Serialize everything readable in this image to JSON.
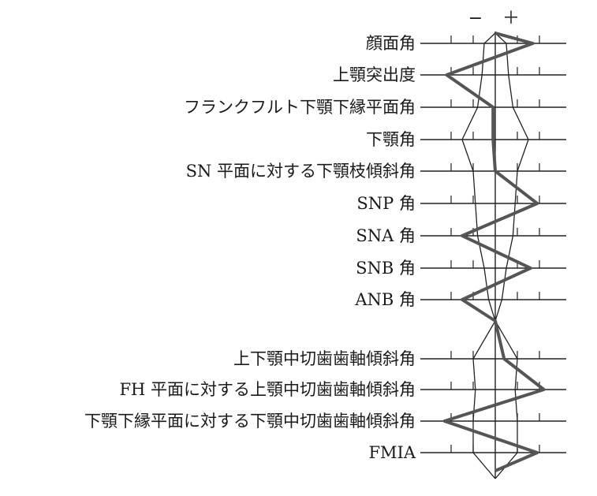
{
  "chart_data": {
    "type": "line",
    "title": "",
    "sign_labels": {
      "minus": "−",
      "plus": "＋"
    },
    "colors": {
      "profile_line": "#555555",
      "range_line": "#222222",
      "axis": "#222222"
    },
    "groups": [
      {
        "name": "",
        "rows": [
          {
            "label": "顔面角",
            "patient": 1.7,
            "range": [
              -0.5,
              0.5
            ]
          },
          {
            "label": "上顎突出度",
            "patient": -2.2,
            "range": [
              -0.6,
              0.6
            ]
          },
          {
            "label": "フランクフルト下顎下縁平面角",
            "patient": -0.1,
            "range": [
              -0.8,
              0.8
            ]
          },
          {
            "label": "下顎角",
            "patient": -0.1,
            "range": [
              -1.5,
              1.5
            ]
          },
          {
            "label": "SN 平面に対する下顎枝傾斜角",
            "patient": 0,
            "range": [
              -1.0,
              1.0
            ]
          },
          {
            "label": "SNP 角",
            "patient": 1.9,
            "range": [
              -0.9,
              0.9
            ]
          },
          {
            "label": "SNA 角",
            "patient": -1.5,
            "range": [
              -0.8,
              0.8
            ]
          },
          {
            "label": "SNB 角",
            "patient": 1.6,
            "range": [
              -0.5,
              0.5
            ]
          },
          {
            "label": "ANB 角",
            "patient": -1.5,
            "range": [
              -0.3,
              0.3
            ]
          }
        ]
      },
      {
        "name": "",
        "rows": [
          {
            "label": "上下顎中切歯歯軸傾斜角",
            "patient": 0.4,
            "range": [
              -1.0,
              1.0
            ]
          },
          {
            "label": "FH 平面に対する上顎中切歯歯軸傾斜角",
            "patient": 2.2,
            "range": [
              -0.9,
              0.9
            ]
          },
          {
            "label": "下顎下縁平面に対する下顎中切歯歯軸傾斜角",
            "patient": -2.3,
            "range": [
              -1.0,
              1.0
            ]
          },
          {
            "label": "FMIA",
            "patient": 1.9,
            "range": [
              -1.0,
              1.0
            ]
          }
        ]
      }
    ],
    "xlim": [
      -2.5,
      2.5
    ],
    "tick_step": 1,
    "grid": false,
    "legend": "none"
  }
}
